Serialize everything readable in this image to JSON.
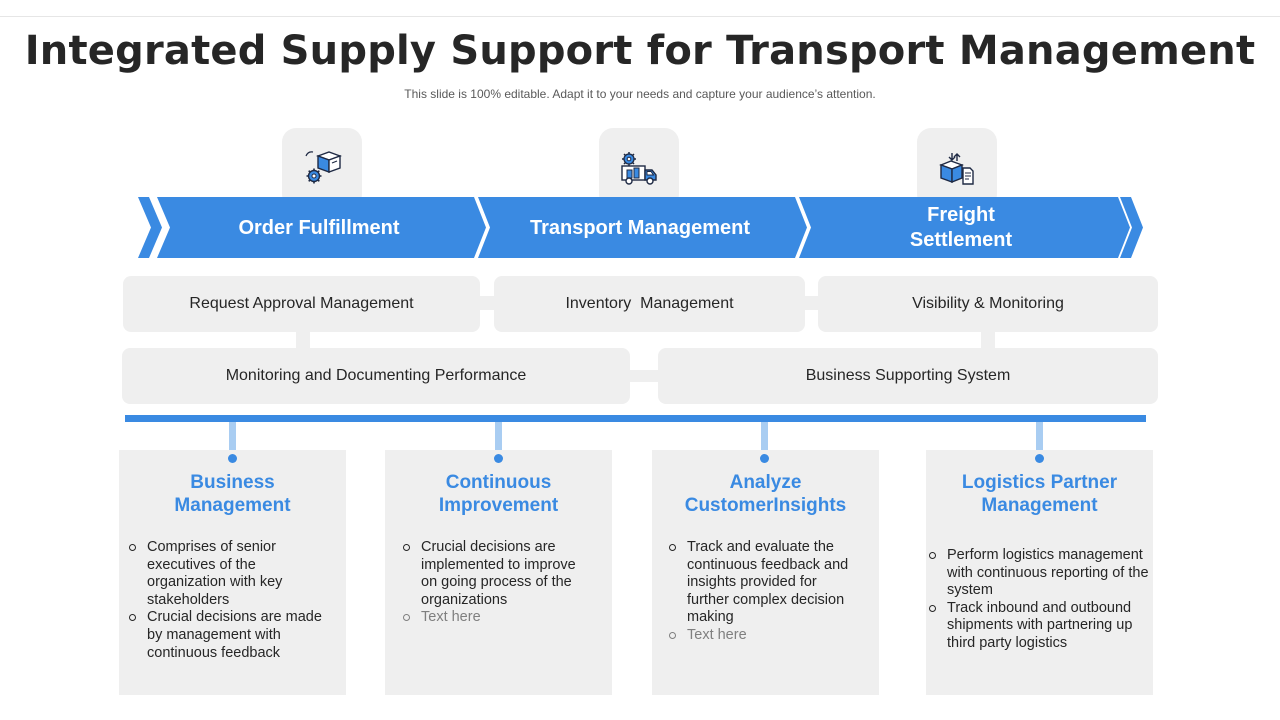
{
  "header": {
    "title": "Integrated Supply Support for Transport Management",
    "subtitle": "This slide is 100% editable. Adapt it to your needs and capture your audience’s attention."
  },
  "colors": {
    "accent": "#3a8ae2",
    "light_accent": "#a9cdf2",
    "panel": "#efefef",
    "text": "#262626"
  },
  "stages": [
    {
      "label_lines": [
        "Order Fulfillment"
      ],
      "icon": "box-gear-icon"
    },
    {
      "label_lines": [
        "Transport Management"
      ],
      "icon": "truck-gear-icon"
    },
    {
      "label_lines": [
        "Freight",
        "Settlement"
      ],
      "icon": "package-invoice-icon"
    }
  ],
  "process_boxes": {
    "row1": [
      "Request Approval Management",
      "Inventory  Management",
      "Visibility & Monitoring"
    ],
    "row2": [
      "Monitoring and Documenting Performance",
      "Business Supporting System"
    ]
  },
  "cards": [
    {
      "title_lines": [
        "Business",
        "Management"
      ],
      "bullets": [
        {
          "lines": [
            "Comprises of senior",
            "executives of the",
            "organization with key",
            "stakeholders"
          ]
        },
        {
          "lines": [
            "Crucial decisions are made",
            "by management with",
            "continuous feedback"
          ]
        }
      ]
    },
    {
      "title_lines": [
        "Continuous",
        "Improvement"
      ],
      "bullets": [
        {
          "lines": [
            "Crucial decisions are",
            "implemented to improve",
            "on going process of the",
            "organizations"
          ]
        },
        {
          "lines": [
            "Text here"
          ]
        }
      ]
    },
    {
      "title_lines": [
        "Analyze",
        "CustomerInsights"
      ],
      "bullets": [
        {
          "lines": [
            "Track and evaluate the",
            "continuous feedback and",
            "insights provided for",
            "further complex decision",
            "making"
          ]
        },
        {
          "lines": [
            "Text here"
          ]
        }
      ]
    },
    {
      "title_lines": [
        "Logistics Partner",
        "Management"
      ],
      "bullets": [
        {
          "lines": [
            "Perform logistics management",
            "with continuous reporting of the",
            "system"
          ]
        },
        {
          "lines": [
            "Track inbound and outbound",
            "shipments with partnering up",
            "third party logistics"
          ]
        }
      ]
    }
  ]
}
